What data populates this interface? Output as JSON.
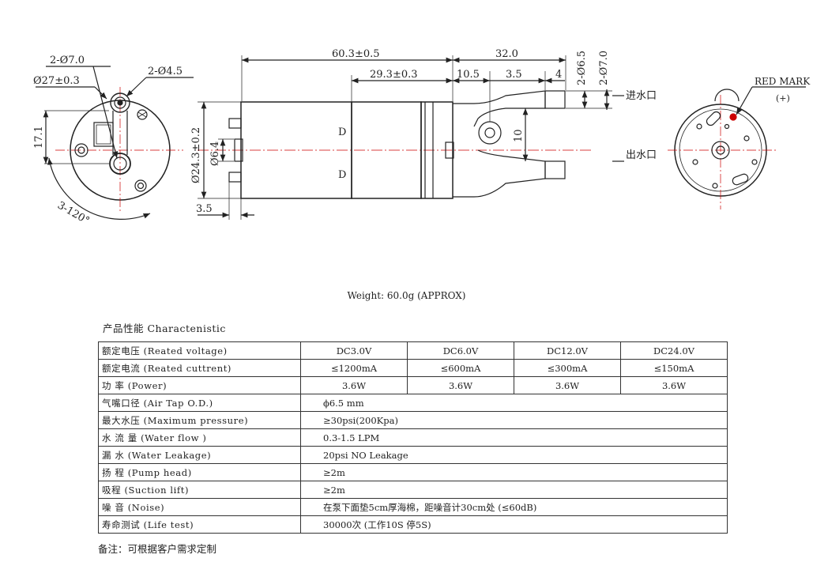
{
  "drawing": {
    "dims": {
      "hole_dia_2x7": "2-Ø7.0",
      "body_dia_27": "Ø27±0.3",
      "hole_dia_2x45": "2-Ø4.5",
      "height_17": "17.1",
      "angle_3x120": "3-120°",
      "total_len": "60.3±0.5",
      "pump_len": "29.3±0.3",
      "nozzle_len": "32.0",
      "dim_10_5": "10.5",
      "dim_3_5": "3.5",
      "dim_4": "4",
      "nozzle_dia_65": "2-Ø6.5",
      "nozzle_dia_70": "2-Ø7.0",
      "motor_dia": "Ø24.3±0.2",
      "shaft_dia": "Ø6.4",
      "dim_10": "10",
      "terminal_3_5": "3.5",
      "mark_d": "D"
    },
    "labels": {
      "inlet": "进水口",
      "outlet": "出水口",
      "red_mark": "RED MARK",
      "plus": "(+)"
    }
  },
  "weight": "Weight: 60.0g (APPROX)",
  "section_title": "产品性能  Charactenistic",
  "spec_rows": [
    {
      "label": "额定电压 (Reated voltage)",
      "values": [
        "DC3.0V",
        "DC6.0V",
        "DC12.0V",
        "DC24.0V"
      ]
    },
    {
      "label": "额定电流 (Reated cuttrent)",
      "values": [
        "≤1200mA",
        "≤600mA",
        "≤300mA",
        "≤150mA"
      ]
    },
    {
      "label": "功   率 (Power)",
      "values": [
        "3.6W",
        "3.6W",
        "3.6W",
        "3.6W"
      ]
    },
    {
      "label": "气嘴口径 (Air Tap O.D.)",
      "span": "ϕ6.5 mm"
    },
    {
      "label": "最大水压 (Maximum pressure)",
      "span": "≥30psi(200Kpa)"
    },
    {
      "label": "水 流 量 (Water flow )",
      "span": "0.3-1.5 LPM"
    },
    {
      "label": "漏   水 (Water Leakage)",
      "span": "20psi NO Leakage"
    },
    {
      "label": "扬   程 (Pump head)",
      "span": "≥2m"
    },
    {
      "label": "吸程 (Suction lift)",
      "span": "≥2m"
    },
    {
      "label": "噪   音 (Noise)",
      "span": "在泵下面垫5cm厚海棉，距噪音计30cm处 (≤60dB)"
    },
    {
      "label": "寿命测试 (Life test)",
      "span": "30000次 (工作10S 停5S)"
    }
  ],
  "note": "备注：可根据客户需求定制"
}
